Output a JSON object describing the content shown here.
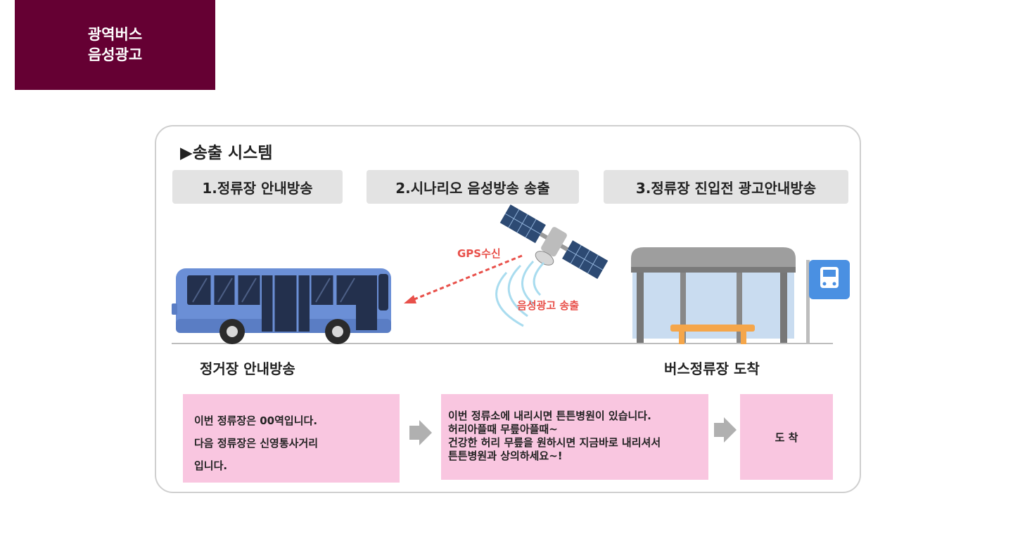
{
  "header": {
    "title": "광역버스\n음성광고",
    "bg_color": "#650033"
  },
  "diagram": {
    "section_title": "▶송출 시스템",
    "steps": [
      {
        "label": "1.정류장 안내방송"
      },
      {
        "label": "2.시나리오 음성방송 송출"
      },
      {
        "label": "3.정류장 진입전 광고안내방송"
      }
    ],
    "gps_label": "GPS수신",
    "broadcast_label": "음성광고 송출",
    "bus_caption": "정거장 안내방송",
    "stop_caption": "버스정류장 도착",
    "boxes": [
      {
        "lines": [
          "이번 정류장은 00역입니다.",
          "다음 정류장은 신영통사거리",
          "입니다."
        ]
      },
      {
        "lines": [
          "이번 정류소에 내리시면 튼튼병원이 있습니다.",
          "허리아플때 무릎아플때~",
          "건강한 허리 무릎을 원하시면 지금바로 내리셔서",
          "튼튼병원과 상의하세요~!"
        ]
      },
      {
        "lines": [
          "도 착"
        ]
      }
    ],
    "colors": {
      "step_bg": "#e3e3e3",
      "box_bg": "#f9c6e0",
      "accent_red": "#e8504a",
      "bus_blue": "#6b8fd6"
    },
    "icons": [
      "bus-icon",
      "satellite-icon",
      "bus-shelter-icon",
      "bus-stop-sign-icon",
      "arrow-right-icon"
    ]
  }
}
